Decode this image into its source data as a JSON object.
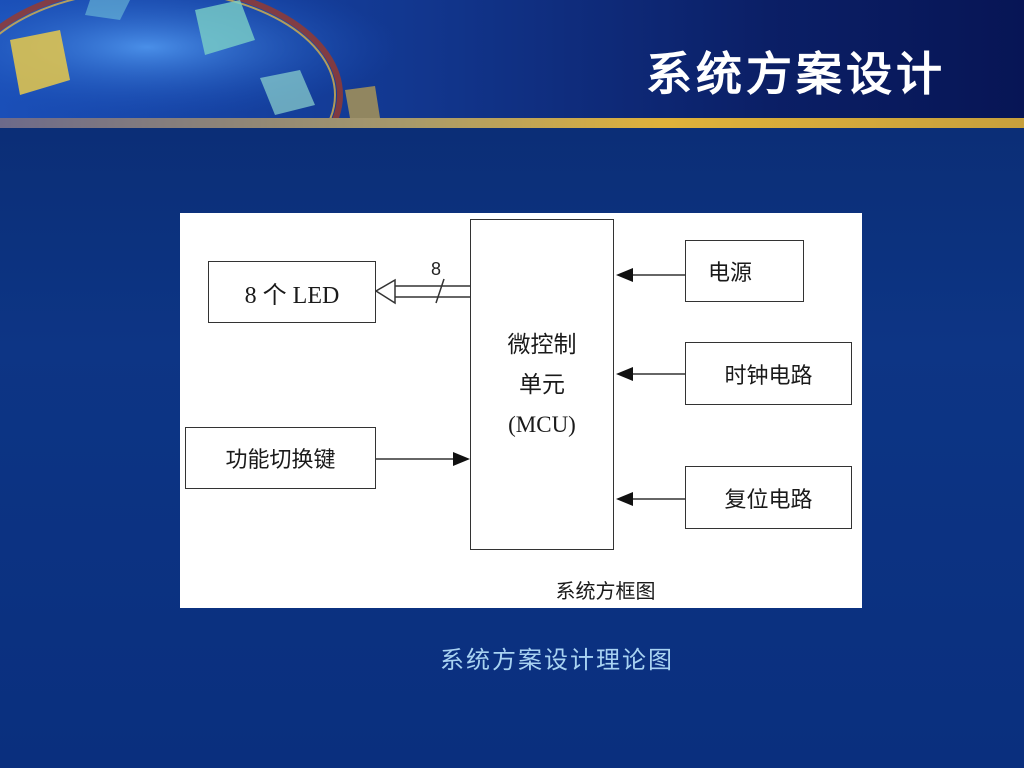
{
  "slide": {
    "title": "系统方案设计",
    "caption": "系统方案设计理论图"
  },
  "diagram": {
    "mcu_lines": [
      "微控制",
      "单元",
      "(MCU)"
    ],
    "led_label": "8 个 LED",
    "bus_width": "8",
    "switch_label": "功能切换键",
    "power_label": "电源",
    "clock_label": "时钟电路",
    "reset_label": "复位电路",
    "caption": "系统方框图"
  },
  "colors": {
    "background": "#0d3585",
    "header": "#12378f",
    "accent_bar": "#e0b23a",
    "caption": "#a9d3f2"
  }
}
